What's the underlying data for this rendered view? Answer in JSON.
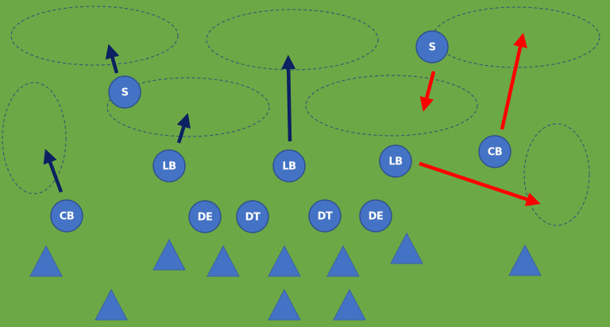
{
  "colors": {
    "field": "#6ca845",
    "player_fill": "#4472c4",
    "player_stroke": "#2f528f",
    "zone_stroke": "#2f4f7a",
    "arrow_navy": "#0c2161",
    "arrow_red": "#ff0000",
    "offense_fill": "#4472c4"
  },
  "defense": [
    {
      "label": "S"
    },
    {
      "label": "S"
    },
    {
      "label": "LB"
    },
    {
      "label": "LB"
    },
    {
      "label": "LB"
    },
    {
      "label": "CB"
    },
    {
      "label": "CB"
    },
    {
      "label": "DE"
    },
    {
      "label": "DT"
    },
    {
      "label": "DT"
    },
    {
      "label": "DE"
    }
  ],
  "icons": {
    "offense_player": "triangle-icon",
    "zone": "dashed-ellipse",
    "route": "arrow"
  }
}
